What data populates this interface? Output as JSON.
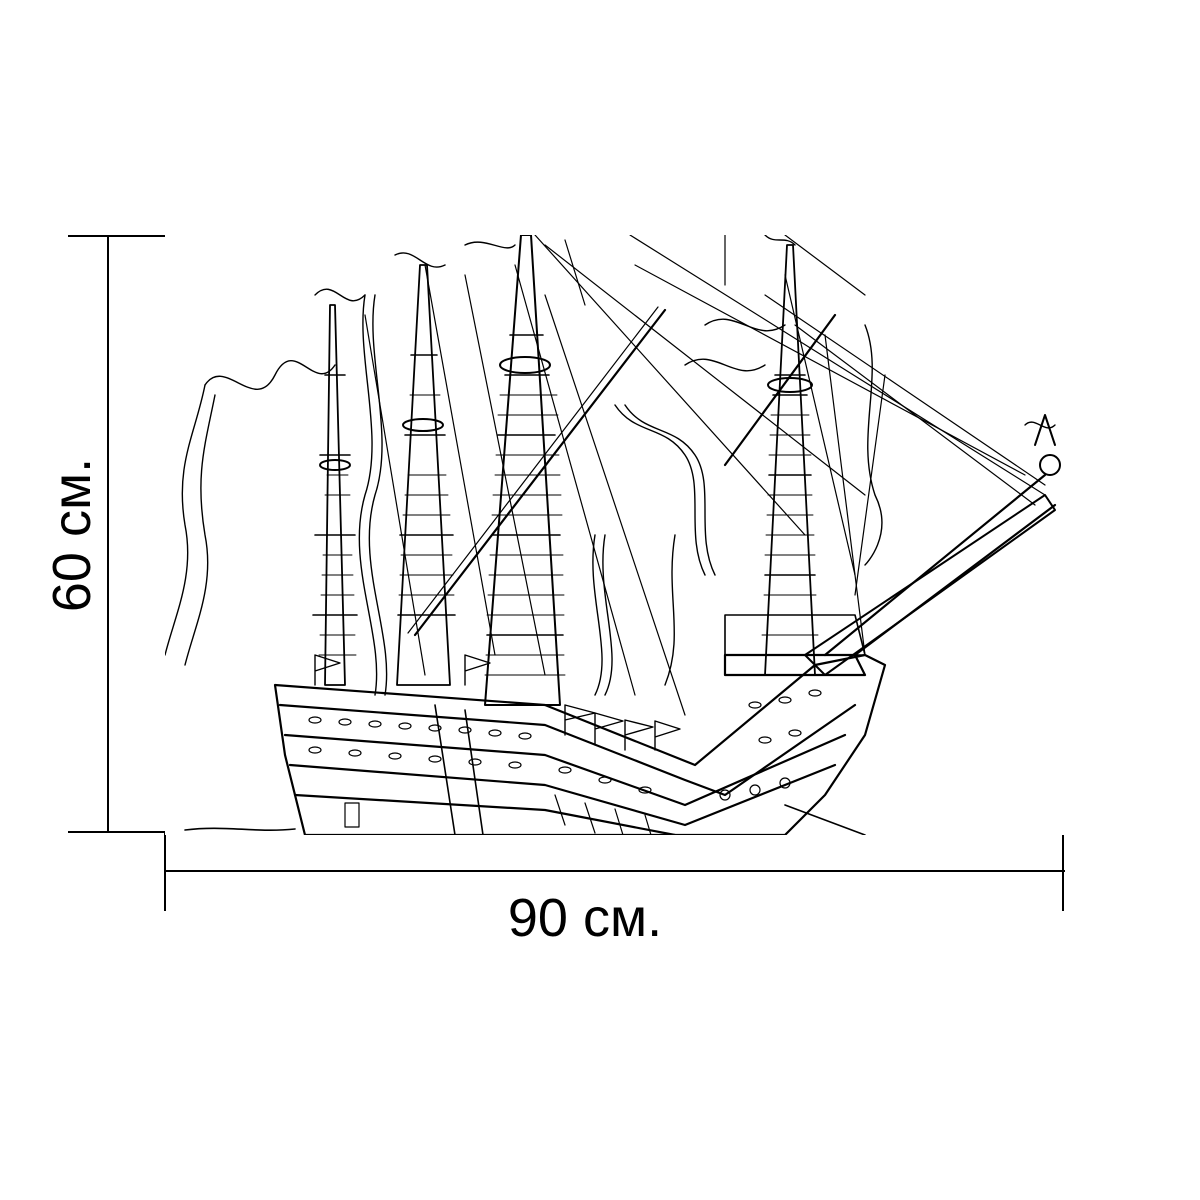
{
  "product": {
    "width_label": "90 см.",
    "height_label": "60 см."
  },
  "artwork": {
    "subject": "sailing-ship-engraving",
    "ink_color": "#000000",
    "paper_color": "#ffffff"
  }
}
